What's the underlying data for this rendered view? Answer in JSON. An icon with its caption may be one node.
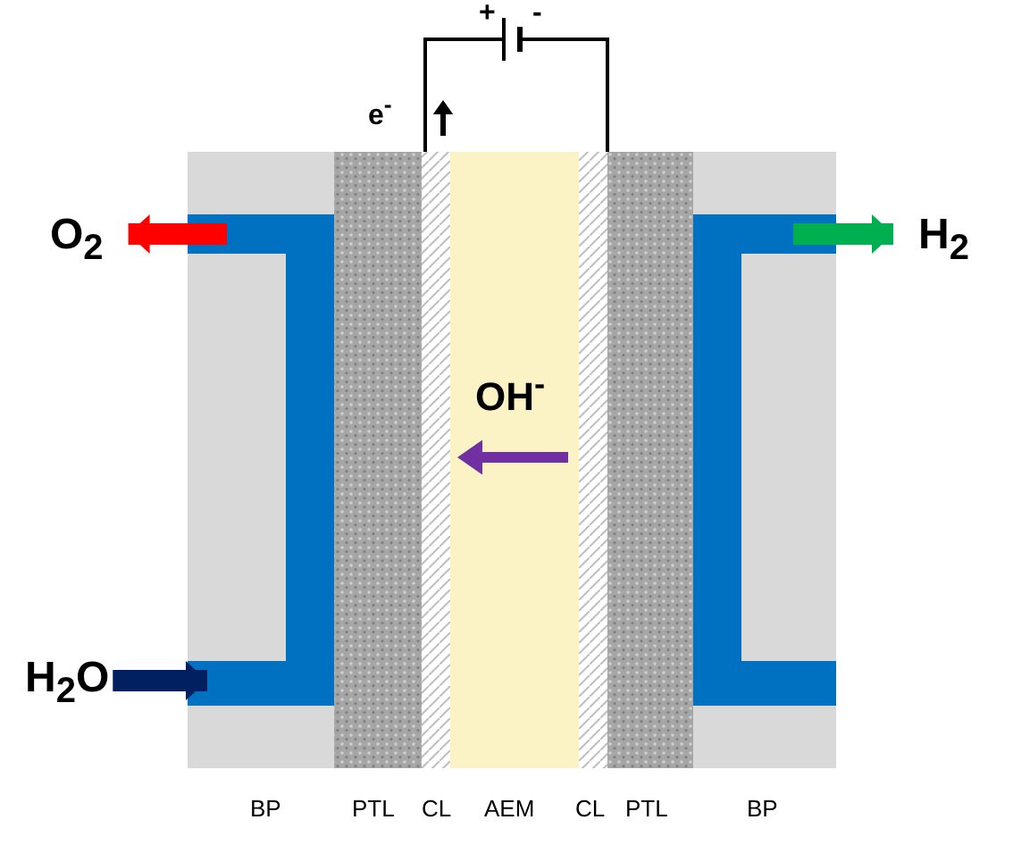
{
  "diagram": {
    "nodes": [
      {
        "text": [
          "O$_{2}$"
        ]
      },
      {
        "text": [
          "H$_{2}$"
        ]
      },
      {
        "text": [
          "H$_{2}$O"
        ]
      }
    ],
    "edges": [
      {
        "from": null,
        "to": 0,
        "arrow": "to",
        "color": "#ff0000"
      },
      {
        "from": null,
        "to": 1,
        "arrow": "to",
        "color": "#00b050"
      },
      {
        "from": 2,
        "to": null,
        "arrow": "to",
        "color": "#002060"
      }
    ],
    "labels": [
      "+",
      "-",
      "e$^{-}$",
      "OH$^{-}$",
      "BP",
      "PTL",
      "CL",
      "AEM",
      "CL",
      "PTL",
      "BP"
    ]
  }
}
